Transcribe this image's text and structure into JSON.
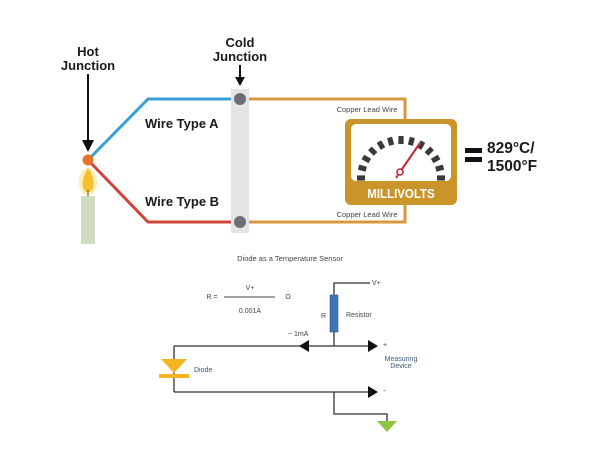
{
  "thermocouple": {
    "hot_junction": [
      "Hot",
      "Junction"
    ],
    "cold_junction": [
      "Cold",
      "Junction"
    ],
    "wire_a": "Wire Type A",
    "wire_b": "Wire Type B",
    "copper_top": "Copper Lead Wire",
    "copper_bottom": "Copper Lead Wire",
    "meter_label": "MILLIVOLTS",
    "equals": "=",
    "reading_c": "829°C/",
    "reading_f": "1500°F",
    "colors": {
      "wire_a": "#3a9fd6",
      "wire_b": "#d0453a",
      "copper": "#d9963f",
      "meter_frame": "#c9952b",
      "hot_junction": "#e8742a",
      "terminal": "#6b6f75",
      "terminal_block": "#e4e4e6",
      "candle": "#cfdcc0",
      "flame": "#f5c02e",
      "needle": "#c2283a"
    }
  },
  "diode_sensor": {
    "title": "Diode as a Temperature Sensor",
    "formula": {
      "lhs": "R =",
      "numerator": "V+",
      "denominator": "0.001A",
      "unit": "Ω"
    },
    "v_plus": "V+",
    "resistor_symbol": "R",
    "resistor_label": "Resistor",
    "current": "~ 1mA",
    "plus": "+",
    "minus": "-",
    "device_label": [
      "Measuring",
      "Device"
    ],
    "diode_label": "Diode",
    "colors": {
      "resistor": "#3f74b5",
      "diode": "#f3b51f",
      "ground": "#8cc63f",
      "wire": "#333333"
    }
  }
}
